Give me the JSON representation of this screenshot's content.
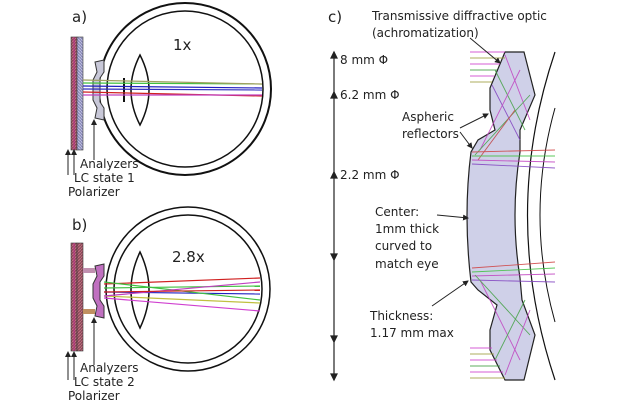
{
  "panel_a": {
    "label": "a)",
    "magnification": "1x",
    "analyzers": "Analyzers",
    "lc_state": "LC state 1",
    "polarizer": "Polarizer"
  },
  "panel_b": {
    "label": "b)",
    "magnification": "2.8x",
    "analyzers": "Analyzers",
    "lc_state": "LC state 2",
    "polarizer": "Polarizer"
  },
  "panel_c": {
    "label": "c)",
    "title_line1": "Transmissive diffractive optic",
    "title_line2": "(achromatization)",
    "dim_8": "8 mm Φ",
    "dim_62": "6.2 mm Φ",
    "dim_22": "2.2 mm Φ",
    "aspheric_line1": "Aspheric",
    "aspheric_line2": "reflectors",
    "center_line1": "Center:",
    "center_line2": "1mm thick",
    "center_line3": "curved to",
    "center_line4": "match eye",
    "thickness_line1": "Thickness:",
    "thickness_line2": "1.17 mm max"
  }
}
